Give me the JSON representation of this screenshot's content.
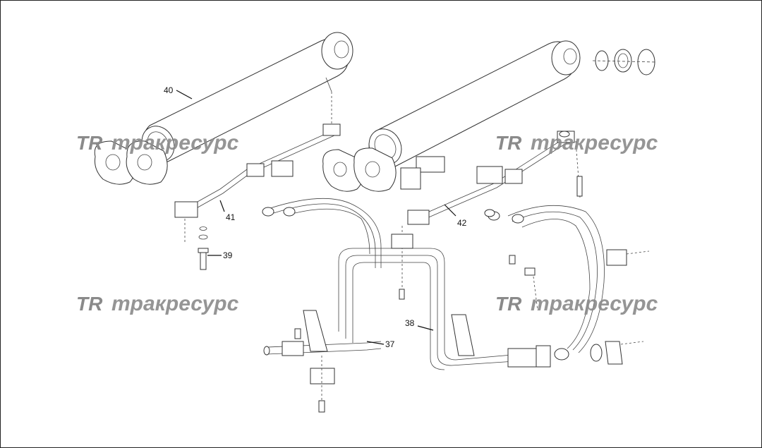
{
  "watermark": {
    "logo": "TR",
    "text": "тракресурс",
    "color": "#8a8a8a"
  },
  "callouts": {
    "c37": "37",
    "c38": "38",
    "c39": "39",
    "c40": "40",
    "c41": "41",
    "c42": "42"
  }
}
